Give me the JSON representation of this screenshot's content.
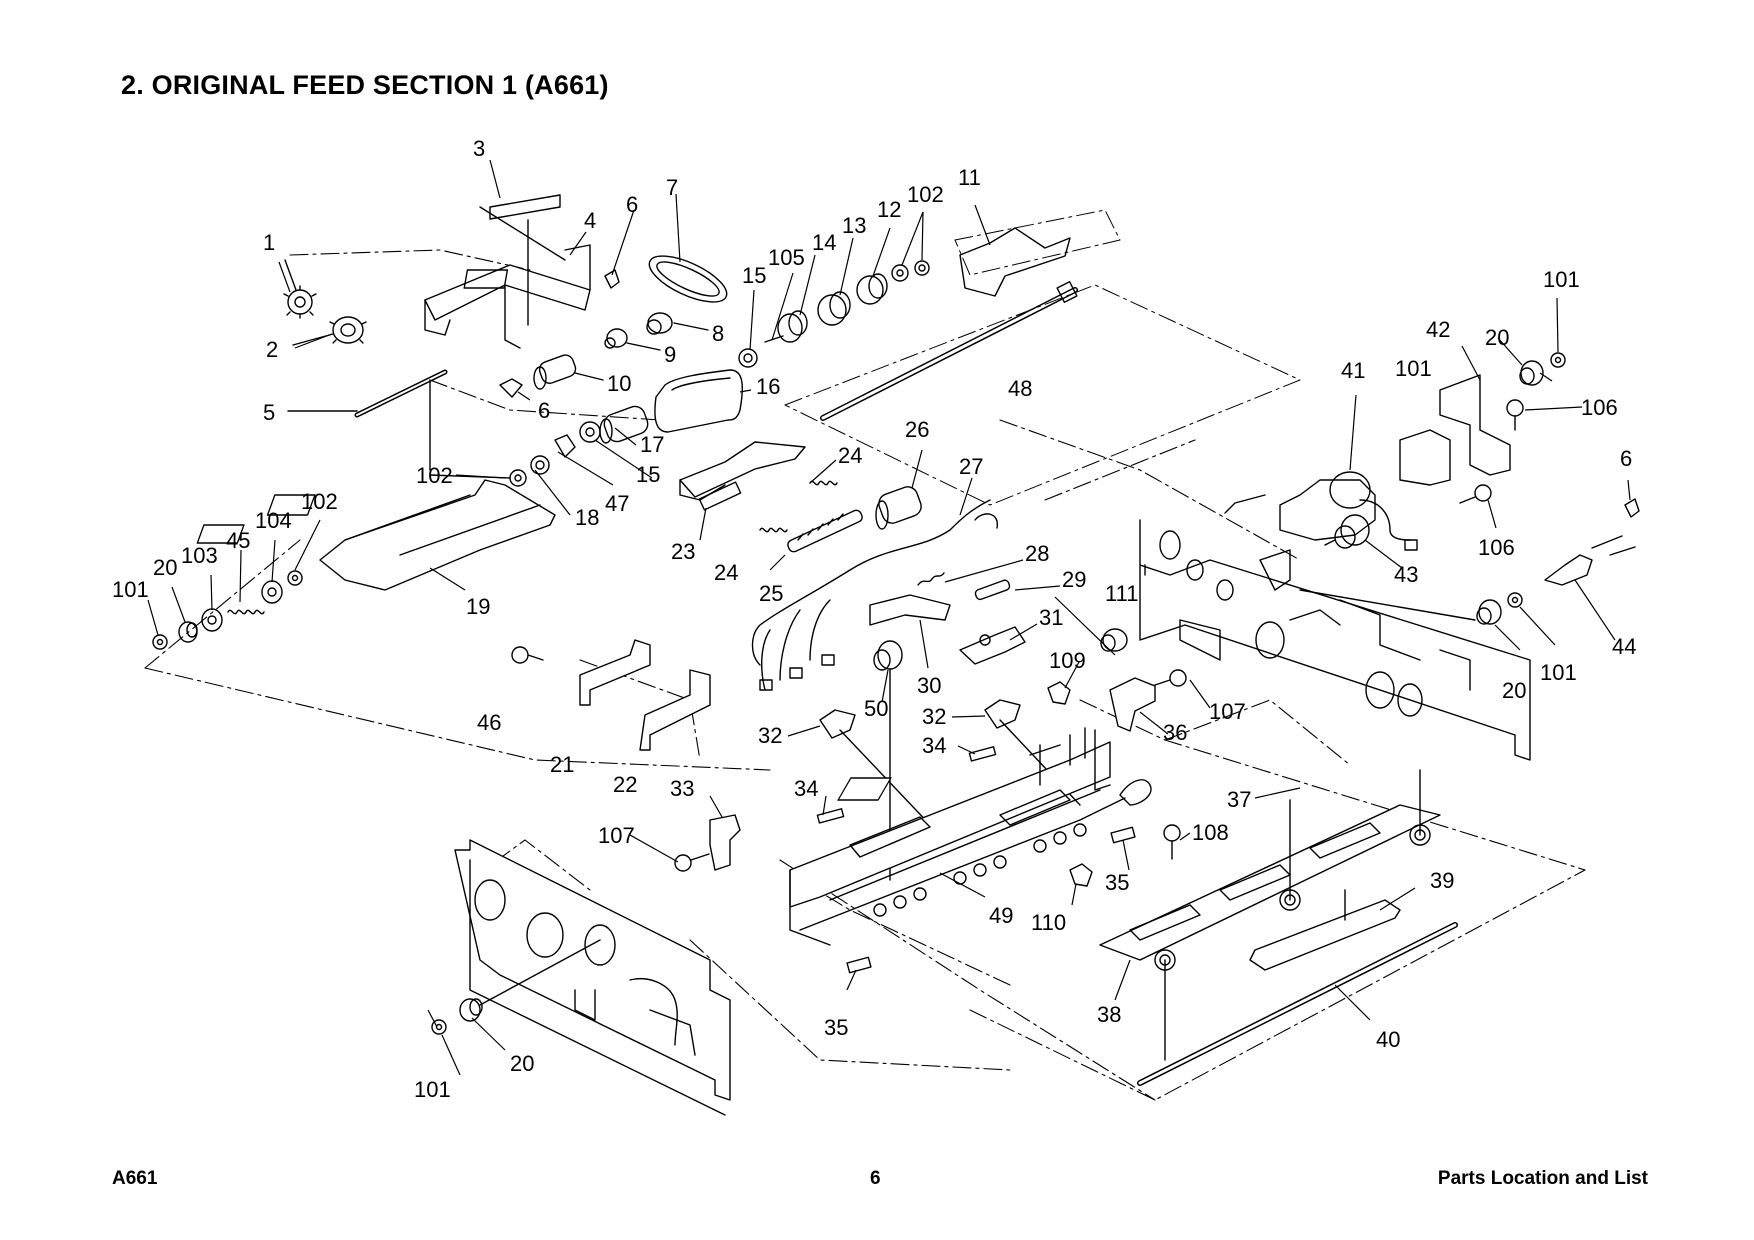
{
  "page": {
    "title": "2. ORIGINAL FEED SECTION 1 (A661)",
    "footer_left": "A661",
    "footer_center": "6",
    "footer_right": "Parts Location and List"
  },
  "callouts": [
    "1",
    "2",
    "3",
    "4",
    "5",
    "6",
    "6",
    "6",
    "7",
    "8",
    "9",
    "10",
    "11",
    "12",
    "13",
    "14",
    "15",
    "15",
    "16",
    "17",
    "18",
    "19",
    "20",
    "20",
    "20",
    "20",
    "21",
    "22",
    "23",
    "24",
    "24",
    "25",
    "26",
    "27",
    "28",
    "29",
    "30",
    "31",
    "32",
    "32",
    "33",
    "34",
    "34",
    "35",
    "35",
    "36",
    "37",
    "38",
    "39",
    "40",
    "41",
    "42",
    "43",
    "44",
    "45",
    "46",
    "47",
    "48",
    "49",
    "50",
    "101",
    "101",
    "101",
    "101",
    "101",
    "102",
    "102",
    "102",
    "103",
    "104",
    "105",
    "106",
    "106",
    "107",
    "107",
    "108",
    "109",
    "110",
    "111"
  ]
}
